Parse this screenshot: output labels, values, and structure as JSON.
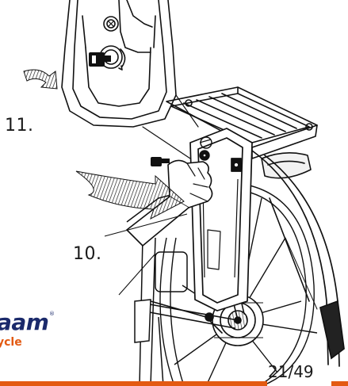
{
  "steps": {
    "step_11": "11.",
    "step_10": "10."
  },
  "logo": {
    "word": "aam",
    "registered": "®",
    "tagline": "ycle"
  },
  "footer": {
    "page_number": "21/49"
  },
  "colors": {
    "accent_orange": "#e35a12",
    "logo_blue": "#1b2a6b",
    "line_art": "#111111"
  },
  "icons": {
    "key": "key-icon",
    "lock": "lock-icon",
    "unlock": "unlock-icon",
    "arrow": "curved-arrow-icon"
  }
}
